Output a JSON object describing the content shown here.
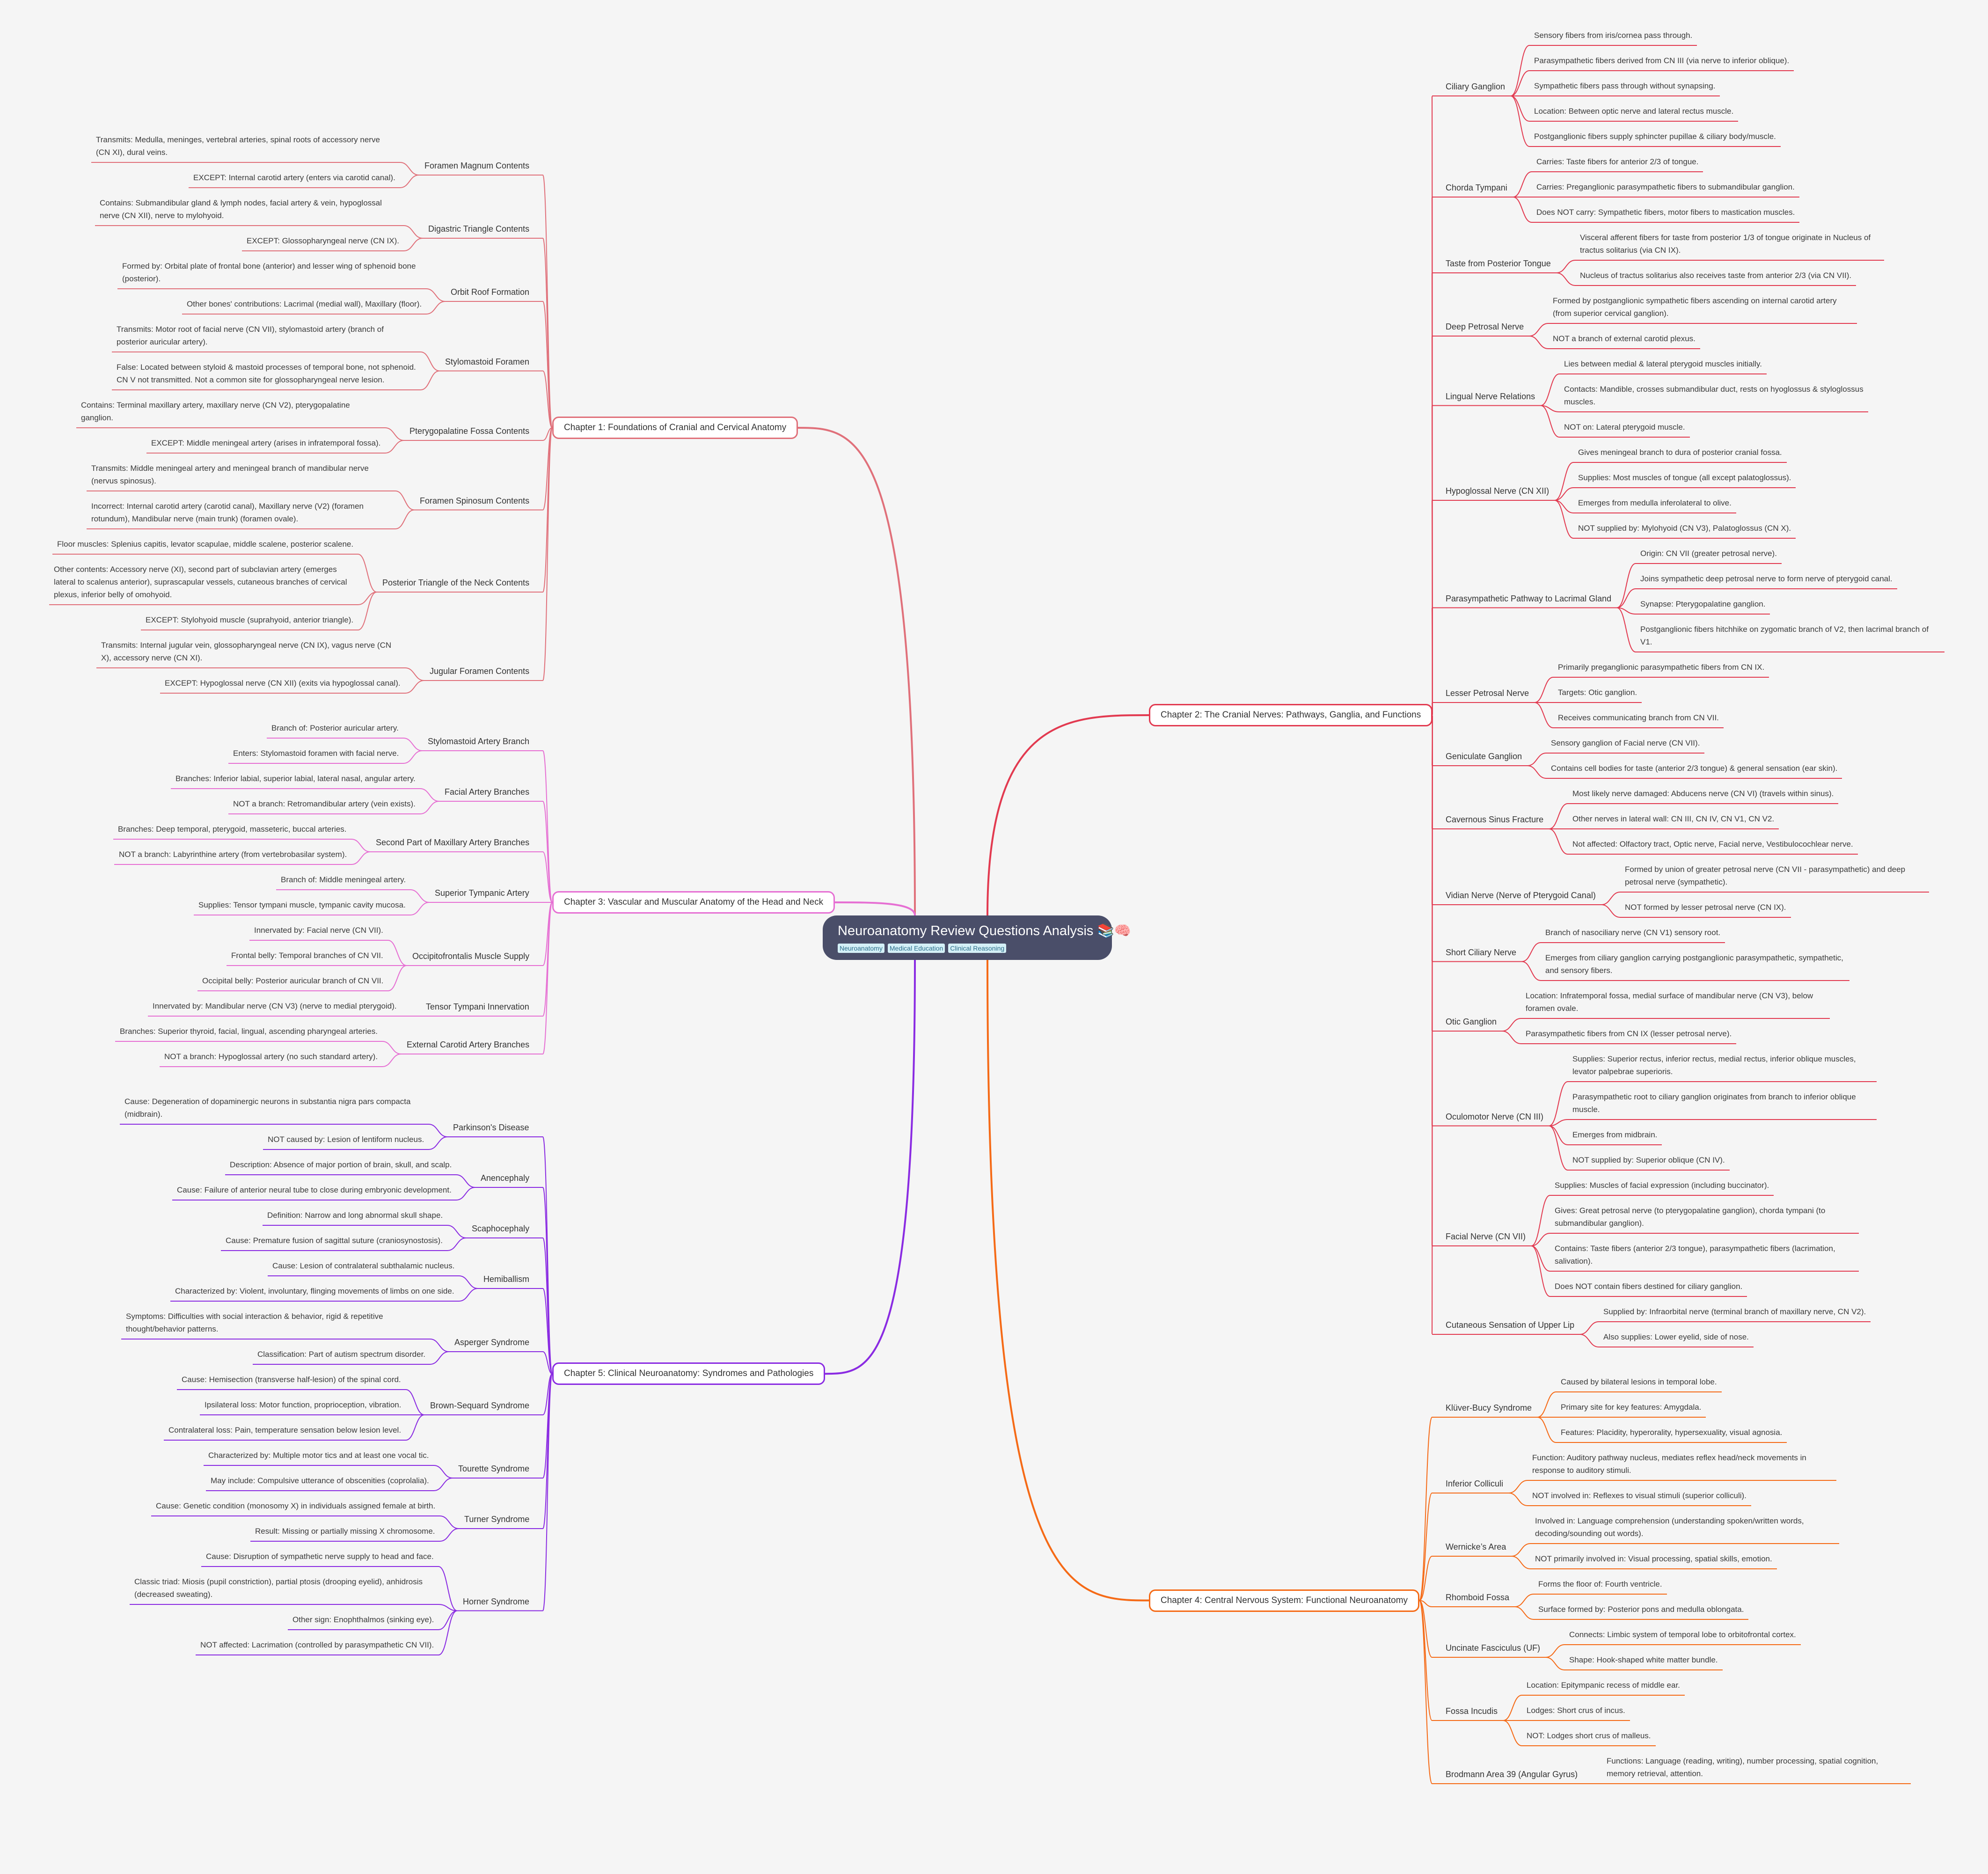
{
  "center": {
    "title": "Neuroanatomy Review Questions Analysis 📚🧠",
    "tags": [
      "Neuroanatomy",
      "Medical Education",
      "Clinical Reasoning"
    ]
  },
  "chapters": [
    {
      "label": "Chapter 1: Foundations of Cranial and Cervical Anatomy",
      "side": "left",
      "color": "#e0707a",
      "topics": [
        {
          "label": "Foramen Magnum Contents",
          "leaves": [
            "Transmits: Medulla, meninges, vertebral arteries, spinal roots of accessory nerve (CN XI), dural veins.",
            "EXCEPT: Internal carotid artery (enters via carotid canal)."
          ]
        },
        {
          "label": "Digastric Triangle Contents",
          "leaves": [
            "Contains: Submandibular gland & lymph nodes, facial artery & vein, hypoglossal nerve (CN XII), nerve to mylohyoid.",
            "EXCEPT: Glossopharyngeal nerve (CN IX)."
          ]
        },
        {
          "label": "Orbit Roof Formation",
          "leaves": [
            "Formed by: Orbital plate of frontal bone (anterior) and lesser wing of sphenoid bone (posterior).",
            "Other bones' contributions: Lacrimal (medial wall), Maxillary (floor)."
          ]
        },
        {
          "label": "Stylomastoid Foramen",
          "leaves": [
            "Transmits: Motor root of facial nerve (CN VII), stylomastoid artery (branch of posterior auricular artery).",
            "False: Located between styloid & mastoid processes of temporal bone, not sphenoid. CN V not transmitted. Not a common site for glossopharyngeal nerve lesion."
          ]
        },
        {
          "label": "Pterygopalatine Fossa Contents",
          "leaves": [
            "Contains: Terminal maxillary artery, maxillary nerve (CN V2), pterygopalatine ganglion.",
            "EXCEPT: Middle meningeal artery (arises in infratemporal fossa)."
          ]
        },
        {
          "label": "Foramen Spinosum Contents",
          "leaves": [
            "Transmits: Middle meningeal artery and meningeal branch of mandibular nerve (nervus spinosus).",
            "Incorrect: Internal carotid artery (carotid canal), Maxillary nerve (V2) (foramen rotundum), Mandibular nerve (main trunk) (foramen ovale)."
          ]
        },
        {
          "label": "Posterior Triangle of the Neck Contents",
          "leaves": [
            "Floor muscles: Splenius capitis, levator scapulae, middle scalene, posterior scalene.",
            "Other contents: Accessory nerve (XI), second part of subclavian artery (emerges lateral to scalenus anterior), suprascapular vessels, cutaneous branches of cervical plexus, inferior belly of omohyoid.",
            "EXCEPT: Stylohyoid muscle (suprahyoid, anterior triangle)."
          ]
        },
        {
          "label": "Jugular Foramen Contents",
          "leaves": [
            "Transmits: Internal jugular vein, glossopharyngeal nerve (CN IX), vagus nerve (CN X), accessory nerve (CN XI).",
            "EXCEPT: Hypoglossal nerve (CN XII) (exits via hypoglossal canal)."
          ]
        }
      ]
    },
    {
      "label": "Chapter 3: Vascular and Muscular Anatomy of the Head and Neck",
      "side": "left",
      "color": "#e66fd3",
      "topics": [
        {
          "label": "Stylomastoid Artery Branch",
          "leaves": [
            "Branch of: Posterior auricular artery.",
            "Enters: Stylomastoid foramen with facial nerve."
          ]
        },
        {
          "label": "Facial Artery Branches",
          "leaves": [
            "Branches: Inferior labial, superior labial, lateral nasal, angular artery.",
            "NOT a branch: Retromandibular artery (vein exists)."
          ]
        },
        {
          "label": "Second Part of Maxillary Artery Branches",
          "leaves": [
            "Branches: Deep temporal, pterygoid, masseteric, buccal arteries.",
            "NOT a branch: Labyrinthine artery (from vertebrobasilar system)."
          ]
        },
        {
          "label": "Superior Tympanic Artery",
          "leaves": [
            "Branch of: Middle meningeal artery.",
            "Supplies: Tensor tympani muscle, tympanic cavity mucosa."
          ]
        },
        {
          "label": "Occipitofrontalis Muscle Supply",
          "leaves": [
            "Innervated by: Facial nerve (CN VII).",
            "Frontal belly: Temporal branches of CN VII.",
            "Occipital belly: Posterior auricular branch of CN VII."
          ]
        },
        {
          "label": "Tensor Tympani Innervation",
          "leaves": [
            "Innervated by: Mandibular nerve (CN V3) (nerve to medial pterygoid)."
          ]
        },
        {
          "label": "External Carotid Artery Branches",
          "leaves": [
            "Branches: Superior thyroid, facial, lingual, ascending pharyngeal arteries.",
            "NOT a branch: Hypoglossal artery (no such standard artery)."
          ]
        }
      ]
    },
    {
      "label": "Chapter 5: Clinical Neuroanatomy: Syndromes and Pathologies",
      "side": "left",
      "color": "#8a2be2",
      "topics": [
        {
          "label": "Parkinson's Disease",
          "leaves": [
            "Cause: Degeneration of dopaminergic neurons in substantia nigra pars compacta (midbrain).",
            "NOT caused by: Lesion of lentiform nucleus."
          ]
        },
        {
          "label": "Anencephaly",
          "leaves": [
            "Description: Absence of major portion of brain, skull, and scalp.",
            "Cause: Failure of anterior neural tube to close during embryonic development."
          ]
        },
        {
          "label": "Scaphocephaly",
          "leaves": [
            "Definition: Narrow and long abnormal skull shape.",
            "Cause: Premature fusion of sagittal suture (craniosynostosis)."
          ]
        },
        {
          "label": "Hemiballism",
          "leaves": [
            "Cause: Lesion of contralateral subthalamic nucleus.",
            "Characterized by: Violent, involuntary, flinging movements of limbs on one side."
          ]
        },
        {
          "label": "Asperger Syndrome",
          "leaves": [
            "Symptoms: Difficulties with social interaction & behavior, rigid & repetitive thought/behavior patterns.",
            "Classification: Part of autism spectrum disorder."
          ]
        },
        {
          "label": "Brown-Sequard Syndrome",
          "leaves": [
            "Cause: Hemisection (transverse half-lesion) of the spinal cord.",
            "Ipsilateral loss: Motor function, proprioception, vibration.",
            "Contralateral loss: Pain, temperature sensation below lesion level."
          ]
        },
        {
          "label": "Tourette Syndrome",
          "leaves": [
            "Characterized by: Multiple motor tics and at least one vocal tic.",
            "May include: Compulsive utterance of obscenities (coprolalia)."
          ]
        },
        {
          "label": "Turner Syndrome",
          "leaves": [
            "Cause: Genetic condition (monosomy X) in individuals assigned female at birth.",
            "Result: Missing or partially missing X chromosome."
          ]
        },
        {
          "label": "Horner Syndrome",
          "leaves": [
            "Cause: Disruption of sympathetic nerve supply to head and face.",
            "Classic triad: Miosis (pupil constriction), partial ptosis (drooping eyelid), anhidrosis (decreased sweating).",
            "Other sign: Enophthalmos (sinking eye).",
            "NOT affected: Lacrimation (controlled by parasympathetic CN VII)."
          ]
        }
      ]
    },
    {
      "label": "Chapter 2: The Cranial Nerves: Pathways, Ganglia, and Functions",
      "side": "right",
      "color": "#e23a50",
      "topics": [
        {
          "label": "Ciliary Ganglion",
          "leaves": [
            "Sensory fibers from iris/cornea pass through.",
            "Parasympathetic fibers derived from CN III (via nerve to inferior oblique).",
            "Sympathetic fibers pass through without synapsing.",
            "Location: Between optic nerve and lateral rectus muscle.",
            "Postganglionic fibers supply sphincter pupillae & ciliary body/muscle."
          ]
        },
        {
          "label": "Chorda Tympani",
          "leaves": [
            "Carries: Taste fibers for anterior 2/3 of tongue.",
            "Carries: Preganglionic parasympathetic fibers to submandibular ganglion.",
            "Does NOT carry: Sympathetic fibers, motor fibers to mastication muscles."
          ]
        },
        {
          "label": "Taste from Posterior Tongue",
          "leaves": [
            "Visceral afferent fibers for taste from posterior 1/3 of tongue originate in Nucleus of tractus solitarius (via CN IX).",
            "Nucleus of tractus solitarius also receives taste from anterior 2/3 (via CN VII)."
          ]
        },
        {
          "label": "Deep Petrosal Nerve",
          "leaves": [
            "Formed by postganglionic sympathetic fibers ascending on internal carotid artery (from superior cervical ganglion).",
            "NOT a branch of external carotid plexus."
          ]
        },
        {
          "label": "Lingual Nerve Relations",
          "leaves": [
            "Lies between medial & lateral pterygoid muscles initially.",
            "Contacts: Mandible, crosses submandibular duct, rests on hyoglossus & styloglossus muscles.",
            "NOT on: Lateral pterygoid muscle."
          ]
        },
        {
          "label": "Hypoglossal Nerve (CN XII)",
          "leaves": [
            "Gives meningeal branch to dura of posterior cranial fossa.",
            "Supplies: Most muscles of tongue (all except palatoglossus).",
            "Emerges from medulla inferolateral to olive.",
            "NOT supplied by: Mylohyoid (CN V3), Palatoglossus (CN X)."
          ]
        },
        {
          "label": "Parasympathetic Pathway to Lacrimal Gland",
          "leaves": [
            "Origin: CN VII (greater petrosal nerve).",
            "Joins sympathetic deep petrosal nerve to form nerve of pterygoid canal.",
            "Synapse: Pterygopalatine ganglion.",
            "Postganglionic fibers hitchhike on zygomatic branch of V2, then lacrimal branch of V1."
          ]
        },
        {
          "label": "Lesser Petrosal Nerve",
          "leaves": [
            "Primarily preganglionic parasympathetic fibers from CN IX.",
            "Targets: Otic ganglion.",
            "Receives communicating branch from CN VII."
          ]
        },
        {
          "label": "Geniculate Ganglion",
          "leaves": [
            "Sensory ganglion of Facial nerve (CN VII).",
            "Contains cell bodies for taste (anterior 2/3 tongue) & general sensation (ear skin)."
          ]
        },
        {
          "label": "Cavernous Sinus Fracture",
          "leaves": [
            "Most likely nerve damaged: Abducens nerve (CN VI) (travels within sinus).",
            "Other nerves in lateral wall: CN III, CN IV, CN V1, CN V2.",
            "Not affected: Olfactory tract, Optic nerve, Facial nerve, Vestibulocochlear nerve."
          ]
        },
        {
          "label": "Vidian Nerve (Nerve of Pterygoid Canal)",
          "leaves": [
            "Formed by union of greater petrosal nerve (CN VII - parasympathetic) and deep petrosal nerve (sympathetic).",
            "NOT formed by lesser petrosal nerve (CN IX)."
          ]
        },
        {
          "label": "Short Ciliary Nerve",
          "leaves": [
            "Branch of nasociliary nerve (CN V1) sensory root.",
            "Emerges from ciliary ganglion carrying postganglionic parasympathetic, sympathetic, and sensory fibers."
          ]
        },
        {
          "label": "Otic Ganglion",
          "leaves": [
            "Location: Infratemporal fossa, medial surface of mandibular nerve (CN V3), below foramen ovale.",
            "Parasympathetic fibers from CN IX (lesser petrosal nerve)."
          ]
        },
        {
          "label": "Oculomotor Nerve (CN III)",
          "leaves": [
            "Supplies: Superior rectus, inferior rectus, medial rectus, inferior oblique muscles, levator palpebrae superioris.",
            "Parasympathetic root to ciliary ganglion originates from branch to inferior oblique muscle.",
            "Emerges from midbrain.",
            "NOT supplied by: Superior oblique (CN IV)."
          ]
        },
        {
          "label": "Facial Nerve (CN VII)",
          "leaves": [
            "Supplies: Muscles of facial expression (including buccinator).",
            "Gives: Great petrosal nerve (to pterygopalatine ganglion), chorda tympani (to submandibular ganglion).",
            "Contains: Taste fibers (anterior 2/3 tongue), parasympathetic fibers (lacrimation, salivation).",
            "Does NOT contain fibers destined for ciliary ganglion."
          ]
        },
        {
          "label": "Cutaneous Sensation of Upper Lip",
          "leaves": [
            "Supplied by: Infraorbital nerve (terminal branch of maxillary nerve, CN V2).",
            "Also supplies: Lower eyelid, side of nose."
          ]
        }
      ]
    },
    {
      "label": "Chapter 4: Central Nervous System: Functional Neuroanatomy",
      "side": "right",
      "color": "#f56a16",
      "topics": [
        {
          "label": "Klüver-Bucy Syndrome",
          "leaves": [
            "Caused by bilateral lesions in temporal lobe.",
            "Primary site for key features: Amygdala.",
            "Features: Placidity, hyperorality, hypersexuality, visual agnosia."
          ]
        },
        {
          "label": "Inferior Colliculi",
          "leaves": [
            "Function: Auditory pathway nucleus, mediates reflex head/neck movements in response to auditory stimuli.",
            "NOT involved in: Reflexes to visual stimuli (superior colliculi)."
          ]
        },
        {
          "label": "Wernicke’s Area",
          "leaves": [
            "Involved in: Language comprehension (understanding spoken/written words, decoding/sounding out words).",
            "NOT primarily involved in: Visual processing, spatial skills, emotion."
          ]
        },
        {
          "label": "Rhomboid Fossa",
          "leaves": [
            "Forms the floor of: Fourth ventricle.",
            "Surface formed by: Posterior pons and medulla oblongata."
          ]
        },
        {
          "label": "Uncinate Fasciculus (UF)",
          "leaves": [
            "Connects: Limbic system of temporal lobe to orbitofrontal cortex.",
            "Shape: Hook-shaped white matter bundle."
          ]
        },
        {
          "label": "Fossa Incudis",
          "leaves": [
            "Location: Epitympanic recess of middle ear.",
            "Lodges: Short crus of incus.",
            "NOT: Lodges short crus of malleus."
          ]
        },
        {
          "label": "Brodmann Area 39 (Angular Gyrus)",
          "leaves": [
            "Functions: Language (reading, writing), number processing, spatial cognition, memory retrieval, attention."
          ]
        }
      ]
    }
  ]
}
